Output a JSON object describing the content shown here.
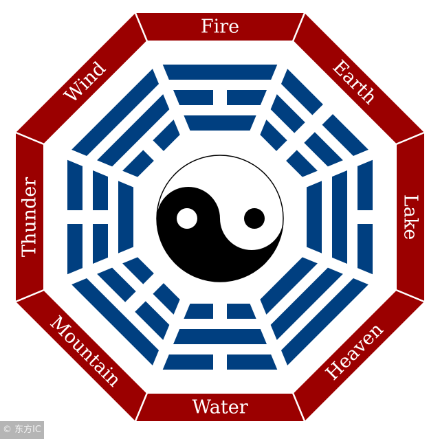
{
  "colors": {
    "border_red": "#9b0000",
    "trigram_blue": "#003f80",
    "yin": "#000000",
    "yang": "#ffffff"
  },
  "trigrams": [
    {
      "name": "Fire",
      "lines_outer_to_inner": [
        "solid",
        "broken",
        "solid"
      ]
    },
    {
      "name": "Earth",
      "lines_outer_to_inner": [
        "broken",
        "broken",
        "broken"
      ]
    },
    {
      "name": "Lake",
      "lines_outer_to_inner": [
        "broken",
        "solid",
        "solid"
      ]
    },
    {
      "name": "Heaven",
      "lines_outer_to_inner": [
        "solid",
        "solid",
        "solid"
      ]
    },
    {
      "name": "Water",
      "lines_outer_to_inner": [
        "broken",
        "solid",
        "broken"
      ]
    },
    {
      "name": "Mountain",
      "lines_outer_to_inner": [
        "solid",
        "broken",
        "broken"
      ]
    },
    {
      "name": "Thunder",
      "lines_outer_to_inner": [
        "broken",
        "broken",
        "solid"
      ]
    },
    {
      "name": "Wind",
      "lines_outer_to_inner": [
        "solid",
        "solid",
        "broken"
      ]
    }
  ],
  "center_symbol": "yin-yang-icon",
  "watermark": "© 东方IC"
}
